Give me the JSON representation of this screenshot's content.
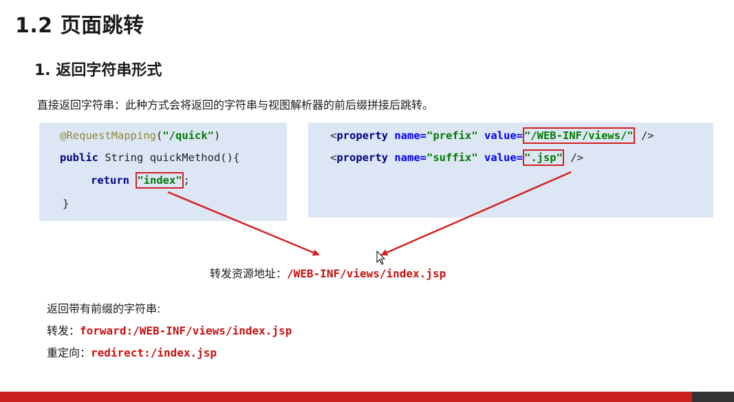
{
  "slide": {
    "title": "1.2 页面跳转",
    "subtitle": "1. 返回字符串形式",
    "description": "直接返回字符串：此种方式会将返回的字符串与视图解析器的前后缀拼接后跳转。"
  },
  "code_left": {
    "annotation": "@RequestMapping",
    "annotation_open": "(",
    "annotation_value": "\"/quick\"",
    "annotation_close": ")",
    "kw_public": "public",
    "method_sig": " String quickMethod(){",
    "kw_return": "return",
    "return_value": "\"index\"",
    "semicolon": ";",
    "close_brace": "}"
  },
  "code_right": {
    "line1_open": "<",
    "line1_tag": "property",
    "line1_name_attr": " name=",
    "line1_name_val": "\"prefix\"",
    "line1_value_attr": " value=",
    "line1_value_val": "\"/WEB-INF/views/\"",
    "line1_close": " />",
    "line2_open": "<",
    "line2_tag": "property",
    "line2_name_attr": " name=",
    "line2_name_val": "\"suffix\"",
    "line2_value_attr": " value=",
    "line2_value_val": "\".jsp\"",
    "line2_close": " />"
  },
  "forward": {
    "label": "转发资源地址：",
    "path": "/WEB-INF/views/index.jsp"
  },
  "prefix_section": {
    "heading": "返回带有前缀的字符串:",
    "forward_label": "转发：",
    "forward_value": "forward:/WEB-INF/views/index.jsp",
    "redirect_label": "重定向：",
    "redirect_value": "redirect:/index.jsp"
  },
  "colors": {
    "highlight": "#d42020",
    "code_bg": "#dde6f4",
    "footer_red": "#cc1f1f",
    "footer_dark": "#333333"
  }
}
